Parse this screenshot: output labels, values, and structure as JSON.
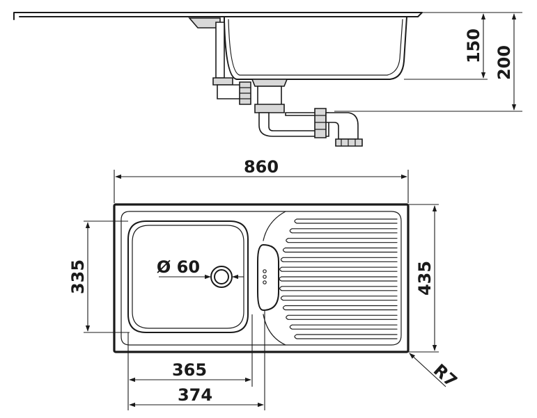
{
  "dimensions": {
    "bowl_depth": "150",
    "total_depth": "200",
    "overall_width": "860",
    "bowl_length": "335",
    "overall_depth": "435",
    "drain_diameter": "Ø 60",
    "bowl_width_inner": "365",
    "bowl_width_outer": "374",
    "corner_radius": "R7"
  },
  "drainboard_ribs": 13,
  "colors": {
    "line": "#1a1a1a",
    "fitting": "#d8d8d8",
    "background": "#ffffff"
  }
}
